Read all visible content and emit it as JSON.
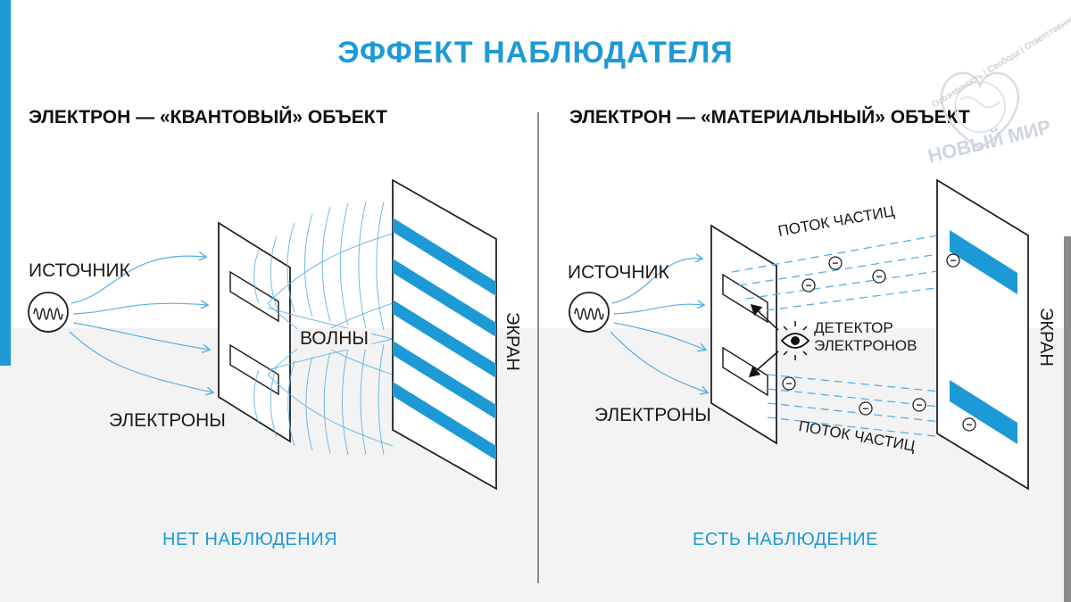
{
  "title": "ЭФФЕКТ НАБЛЮДАТЕЛЯ",
  "logo": {
    "name": "НОВЫЙ МИР",
    "motto": "Осознанность | Свобода | Ответственность"
  },
  "left_panel": {
    "heading": "ЭЛЕКТРОН — «КВАНТОВЫЙ» ОБЪЕКТ",
    "source_label": "ИСТОЧНИК",
    "electrons_label": "ЭЛЕКТРОНЫ",
    "waves_label": "ВОЛНЫ",
    "screen_label": "ЭКРАН",
    "caption": "НЕТ НАБЛЮДЕНИЯ",
    "screen_stripes": 5
  },
  "right_panel": {
    "heading": "ЭЛЕКТРОН — «МАТЕРИАЛЬНЫЙ» ОБЪЕКТ",
    "source_label": "ИСТОЧНИК",
    "electrons_label": "ЭЛЕКТРОНЫ",
    "flow_top_label": "ПОТОК ЧАСТИЦ",
    "flow_bottom_label": "ПОТОК ЧАСТИЦ",
    "detector_line1": "ДЕТЕКТОР",
    "detector_line2": "ЭЛЕКТРОНОВ",
    "screen_label": "ЭКРАН",
    "caption": "ЕСТЬ НАБЛЮДЕНИЕ",
    "screen_stripes": 2,
    "particle_symbol": "−"
  },
  "colors": {
    "accent": "#1c9ad6",
    "wave": "#5aaee0",
    "line": "#222222"
  }
}
